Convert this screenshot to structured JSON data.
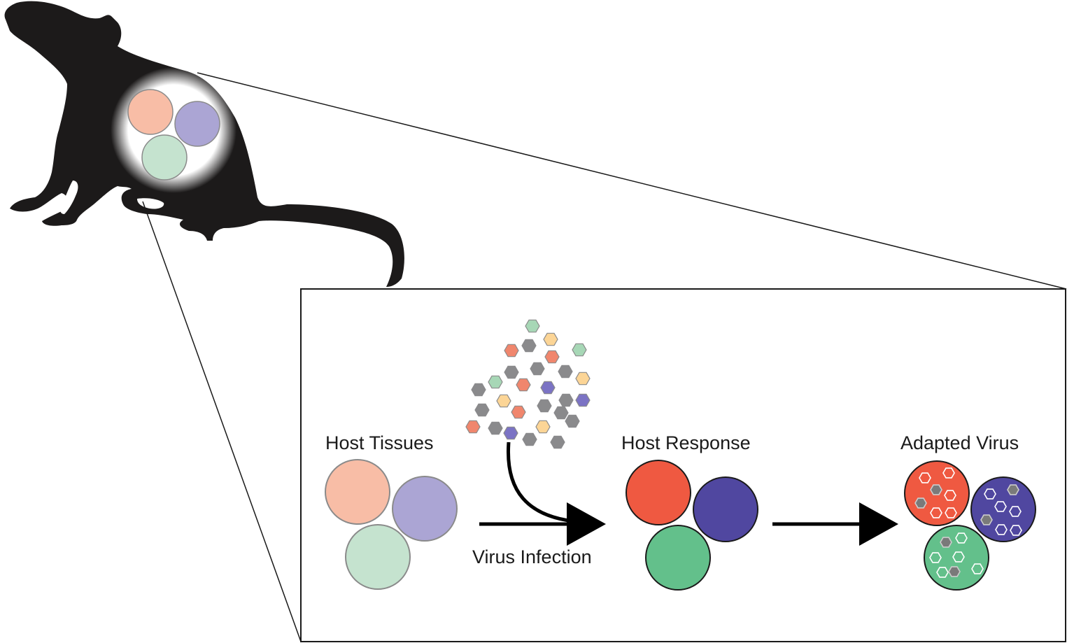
{
  "labels": {
    "host_tissues": "Host Tissues",
    "virus_infection": "Virus Infection",
    "host_response": "Host Response",
    "adapted_virus": "Adapted Virus"
  },
  "colors": {
    "silhouette": "#1c1a1a",
    "tissue_light": {
      "salmon": "#f8bda6",
      "lavender": "#aba5d4",
      "mint": "#c5e3cf"
    },
    "tissue_strong": {
      "red": "#ef5941",
      "blue": "#5047a0",
      "green": "#63c08b"
    },
    "virion": {
      "gray": "#8a8a8c",
      "salmon": "#f0866d",
      "yellow": "#fcd596",
      "mint": "#a7d7b6",
      "purple": "#7b73c4"
    }
  }
}
